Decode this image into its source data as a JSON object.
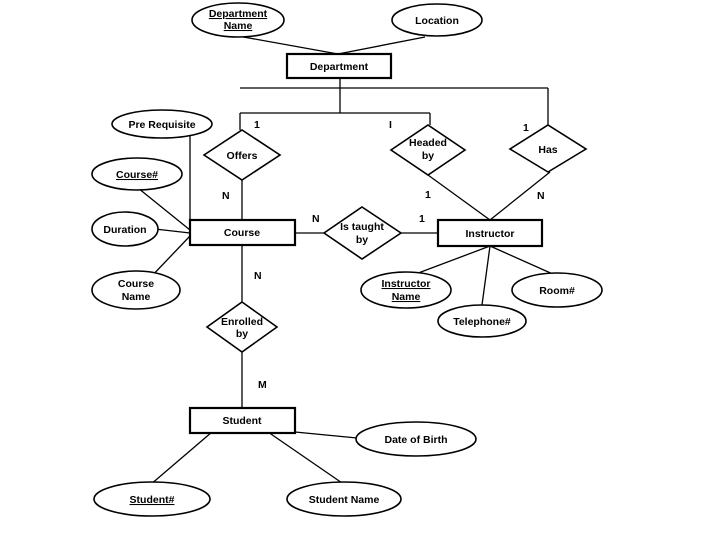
{
  "diagram": {
    "entities": {
      "department": "Department",
      "course": "Course",
      "instructor": "Instructor",
      "student": "Student"
    },
    "relationships": {
      "offers": [
        "Offers"
      ],
      "headed_by": [
        "Headed",
        "by"
      ],
      "has": [
        "Has"
      ],
      "is_taught_by": [
        "Is taught",
        "by"
      ],
      "enrolled_by": [
        "Enrolled",
        "by"
      ]
    },
    "attributes": {
      "department_name": [
        "Department",
        "Name"
      ],
      "location": [
        "Location"
      ],
      "pre_requisite": [
        "Pre Requisite"
      ],
      "course_no": [
        "Course#"
      ],
      "duration": [
        "Duration"
      ],
      "course_name": [
        "Course",
        "Name"
      ],
      "instructor_name": [
        "Instructor",
        "Name"
      ],
      "telephone_no": [
        "Telephone#"
      ],
      "room_no": [
        "Room#"
      ],
      "date_of_birth": [
        "Date of Birth"
      ],
      "student_no": [
        "Student#"
      ],
      "student_name": [
        "Student Name"
      ]
    },
    "cardinalities": {
      "offers_department": "1",
      "headed_by_department": "I",
      "has_department": "1",
      "offers_course": "N",
      "headed_by_instructor": "1",
      "has_instructor": "N",
      "taught_course": "N",
      "taught_instructor": "1",
      "enrolled_course": "N",
      "enrolled_student": "M"
    }
  }
}
